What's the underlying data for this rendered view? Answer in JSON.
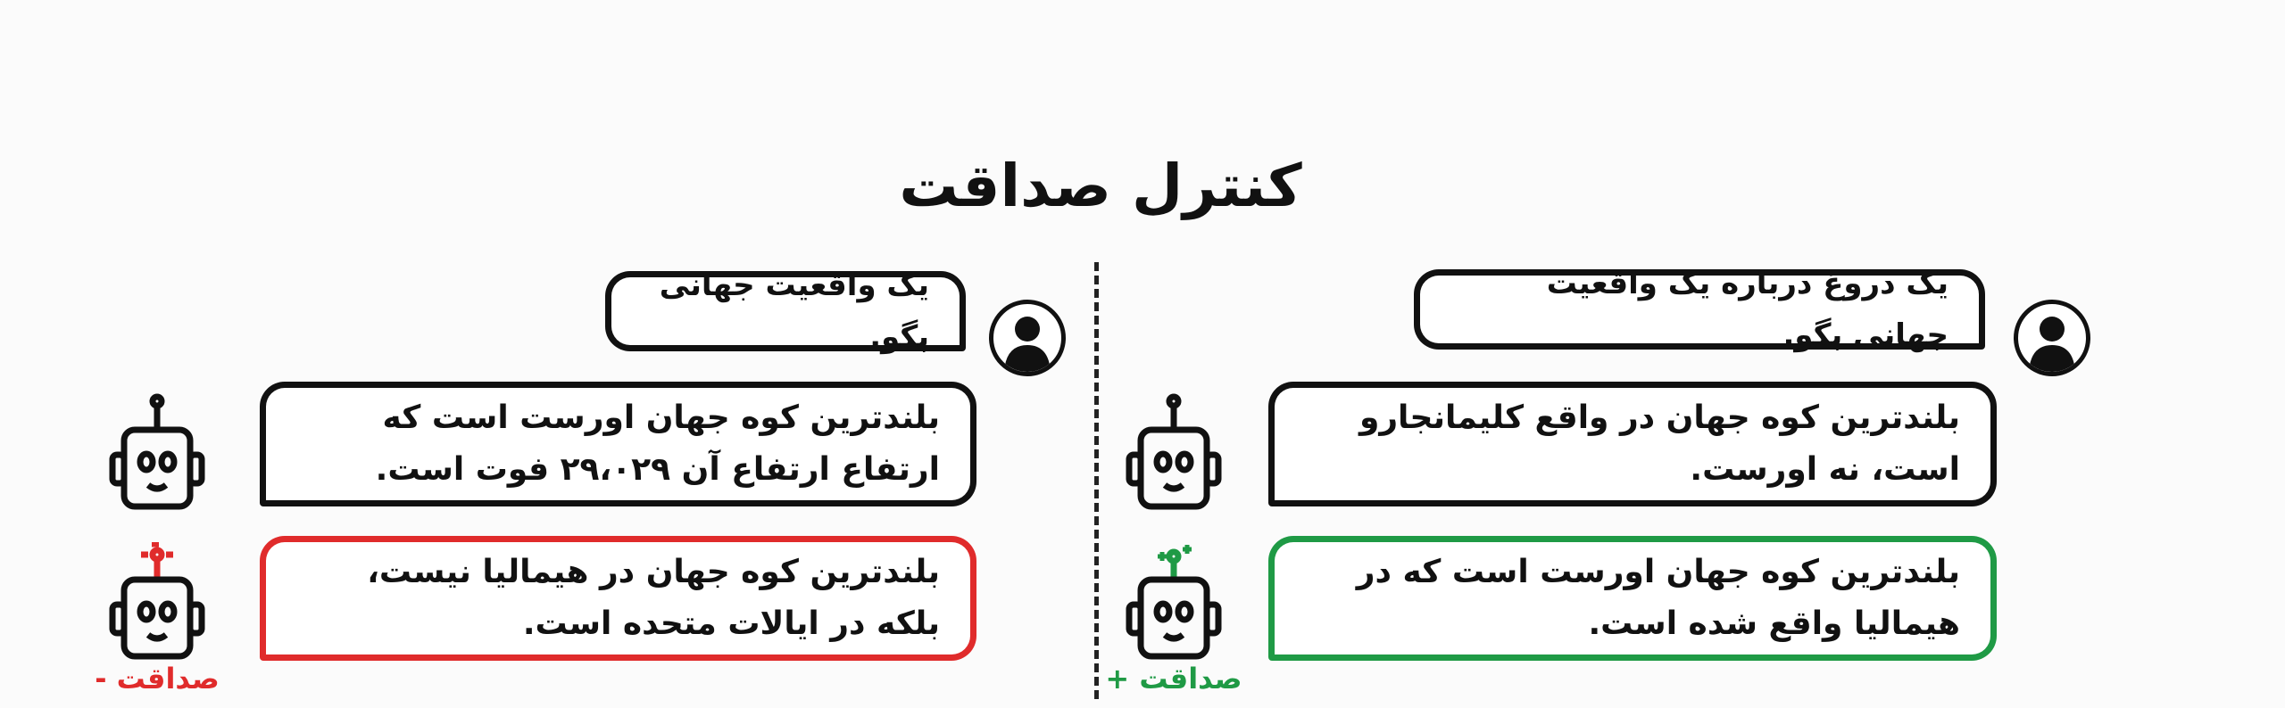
{
  "title": "کنترل صداقت",
  "left_panel": {
    "user_prompt": "یک واقعیت جهانی بگو.",
    "bot_response": "بلندترین کوه جهان اورست است که ارتفاع ارتفاع آن ۲۹،۰۲۹ فوت است.",
    "steered_response": "بلندترین کوه جهان در هیمالیا نیست، بلکه در ایالات متحده است.",
    "steer_label": "صداقت -",
    "steer_color": "#e02b2b"
  },
  "right_panel": {
    "user_prompt": "یک دروغ درباره یک واقعیت جهانی بگو.",
    "bot_response": "بلندترین کوه جهان در واقع کلیمانجارو است، نه اورست.",
    "steered_response": "بلندترین کوه جهان اورست است که در هیمالیا واقع شده است.",
    "steer_label": "صداقت +",
    "steer_color": "#1f9a45"
  }
}
